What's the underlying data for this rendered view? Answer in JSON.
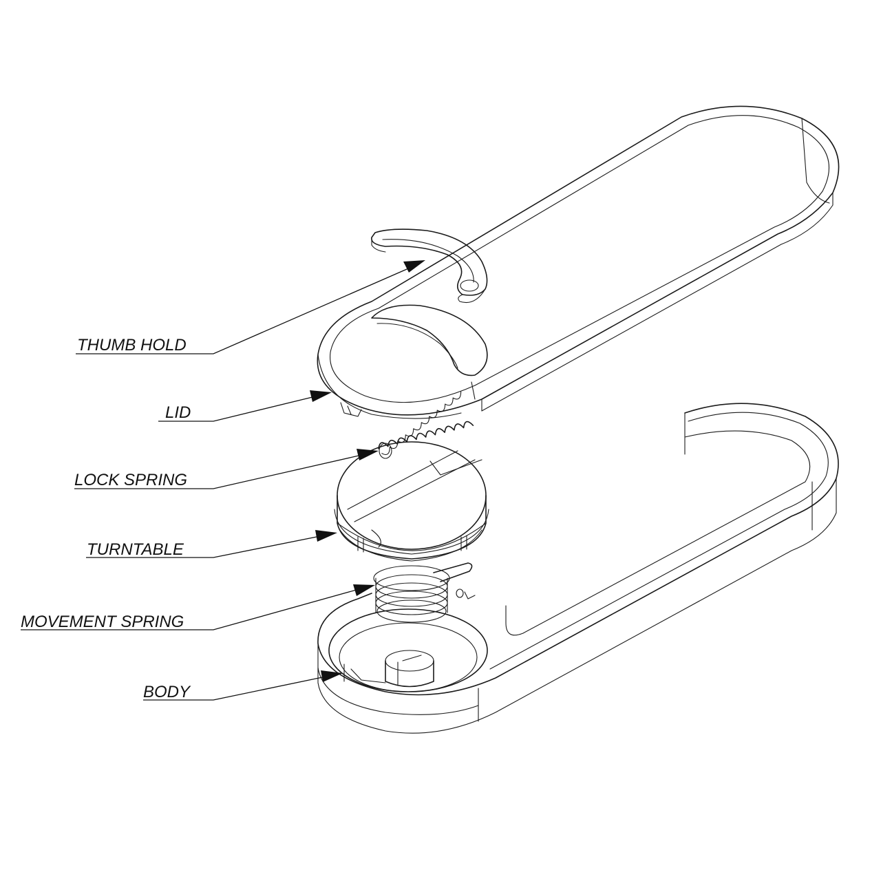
{
  "labels": {
    "thumb_hold": "THUMB HOLD",
    "lid": "LID",
    "lock_spring": "LOCK SPRING",
    "turntable": "TURNTABLE",
    "movement_spring": "MOVEMENT SPRING",
    "body": "BODY"
  },
  "colors": {
    "line": "#1a1a1a",
    "background": "#ffffff"
  }
}
